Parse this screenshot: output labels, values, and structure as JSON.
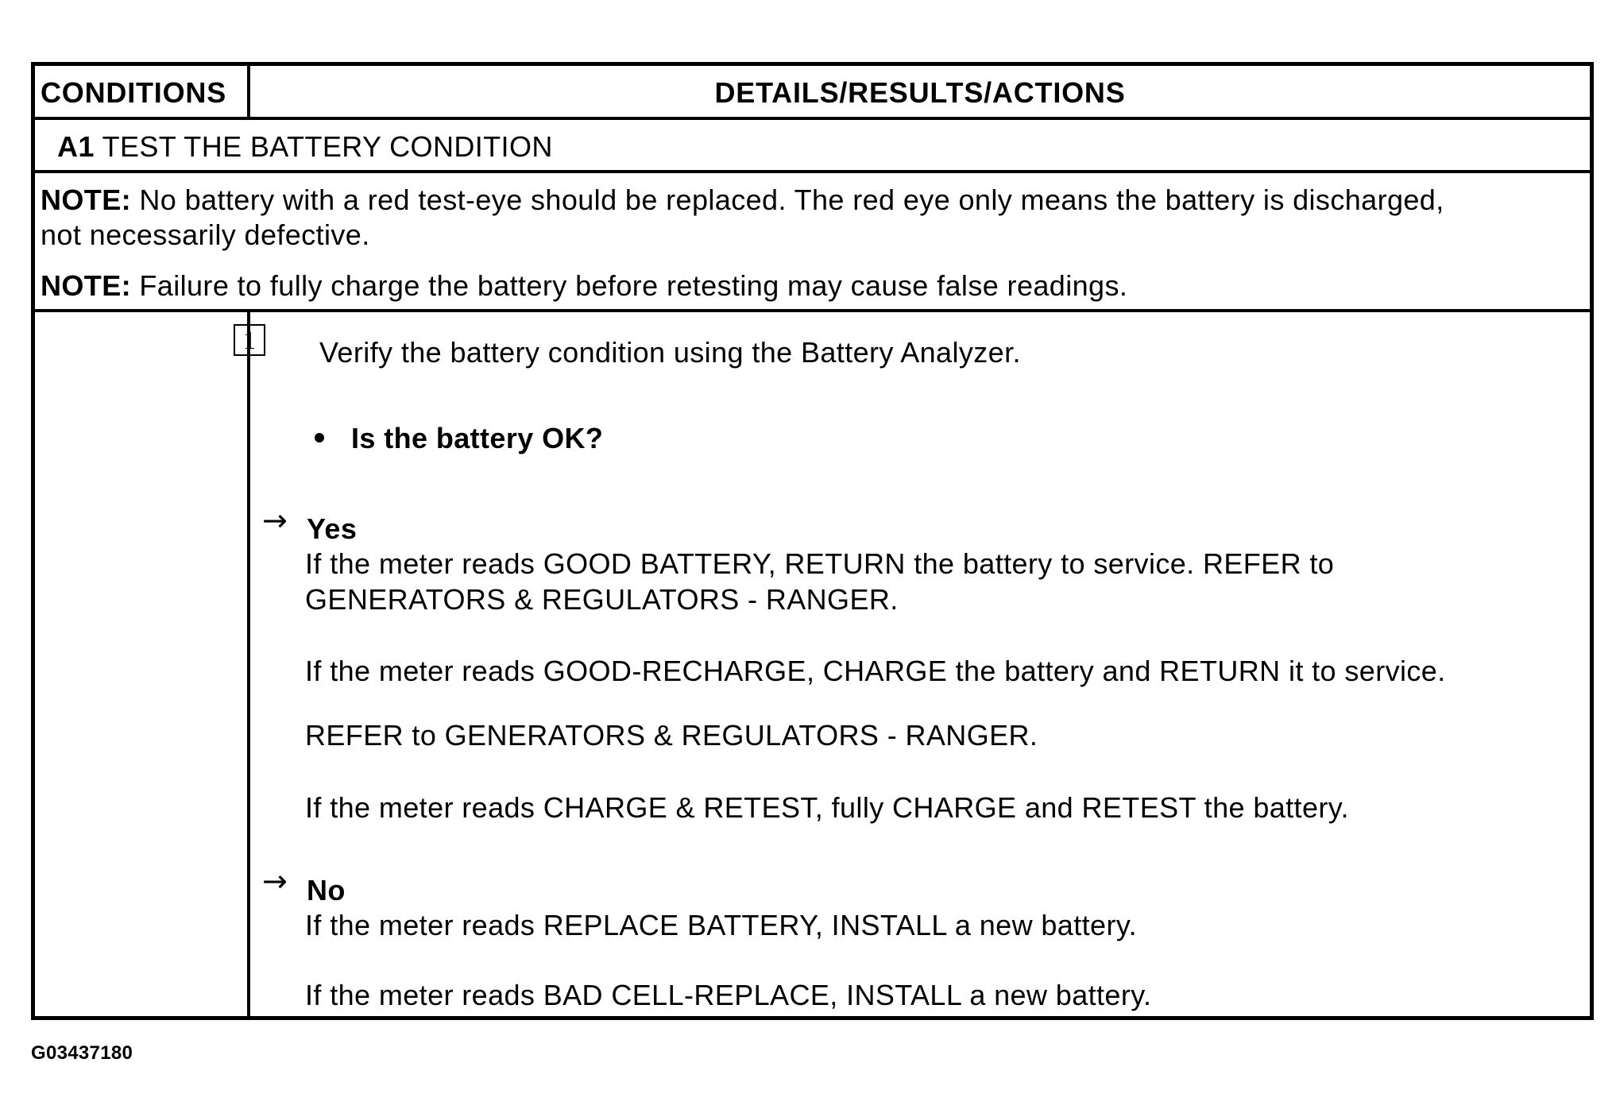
{
  "table": {
    "header_conditions": "CONDITIONS",
    "header_details": "DETAILS/RESULTS/ACTIONS",
    "test_id": "A1",
    "test_title": "TEST THE BATTERY CONDITION",
    "notes": [
      {
        "label": "NOTE:",
        "line1": "No battery with a red test-eye should be replaced. The red eye only means the battery is discharged,",
        "line2": "not necessarily defective."
      },
      {
        "label": "NOTE:",
        "line1": "Failure to fully charge the battery before retesting may cause false readings."
      }
    ],
    "step": {
      "number": "1",
      "instruction": "Verify the battery condition using the Battery Analyzer.",
      "question": "Is the battery OK?"
    },
    "yes": {
      "label": "Yes",
      "line1": "If the meter reads GOOD BATTERY, RETURN the battery to service. REFER to",
      "line2": "GENERATORS & REGULATORS - RANGER.",
      "line3": "If the meter reads GOOD-RECHARGE, CHARGE the battery and RETURN it to service.",
      "line4": "REFER to  GENERATORS & REGULATORS - RANGER.",
      "line5": "If the meter reads CHARGE & RETEST, fully CHARGE and RETEST the battery."
    },
    "no": {
      "label": "No",
      "line1": "If the meter reads REPLACE BATTERY, INSTALL a new battery.",
      "line2": "If the meter reads BAD CELL-REPLACE, INSTALL a new battery."
    }
  },
  "figure_id": "G03437180"
}
